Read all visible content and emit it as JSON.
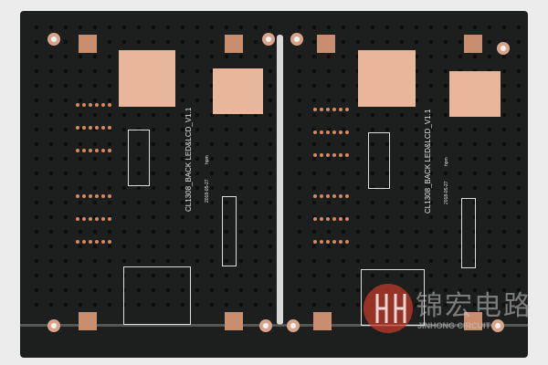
{
  "board_label": "CL1308_BACK LED&LCD_V1.1",
  "board_date": "2018-05-27",
  "board_mark": "hpm",
  "watermark": {
    "chinese": "锦宏电路",
    "english": "JINHONG CIRCUIT"
  },
  "colors": {
    "solder_mask": "#1d1e1e",
    "copper": "#e8b69b",
    "background": "#ececec",
    "watermark_red": "#c0392b"
  }
}
